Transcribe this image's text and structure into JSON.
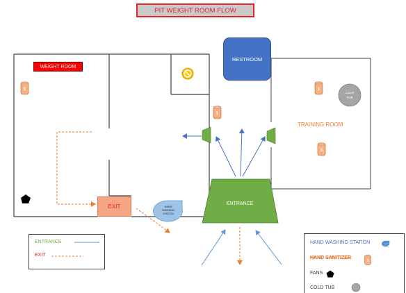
{
  "title": "PIT WEIGHT ROOM FLOW",
  "weight_room": {
    "label": "WEIGHT ROOM"
  },
  "restroom": {
    "label": "RESTROOM"
  },
  "training_room": {
    "label": "TRAINING ROOM"
  },
  "cold_tub": {
    "label_line1": "COLD",
    "label_line2": "TUB"
  },
  "hand_washing": {
    "line1": "HAND",
    "line2": "WASHING",
    "line3": "STATION"
  },
  "entrance": {
    "label": "ENTRANCE"
  },
  "exit": {
    "label": "EXIT"
  },
  "legend_flow": {
    "entrance_label": "ENTRANCE",
    "exit_label": "EXIT"
  },
  "legend_items": {
    "hand_washing_label": "HAND WASHING STATION",
    "hand_sanitizer_label": "HAND SANITIZER",
    "fans_label": "FANS",
    "cold_tub_label": "COLD TUB"
  },
  "colors": {
    "title_border": "#e0222a",
    "entrance_green": "#70ad47",
    "entrance_arrow": "#5b9bd5",
    "exit_arrow": "#ed7d31",
    "restroom_blue": "#4472c4",
    "sanitizer_orange": "#f4b183",
    "cold_tub_gray": "#a5a5a5",
    "walls": "#404040"
  },
  "icons": {
    "no_entry": "no-entry-icon",
    "sanitizer": "hand-sanitizer-icon",
    "fan": "fan-pentagon-icon",
    "fan_unit": "wall-fan-icon"
  }
}
